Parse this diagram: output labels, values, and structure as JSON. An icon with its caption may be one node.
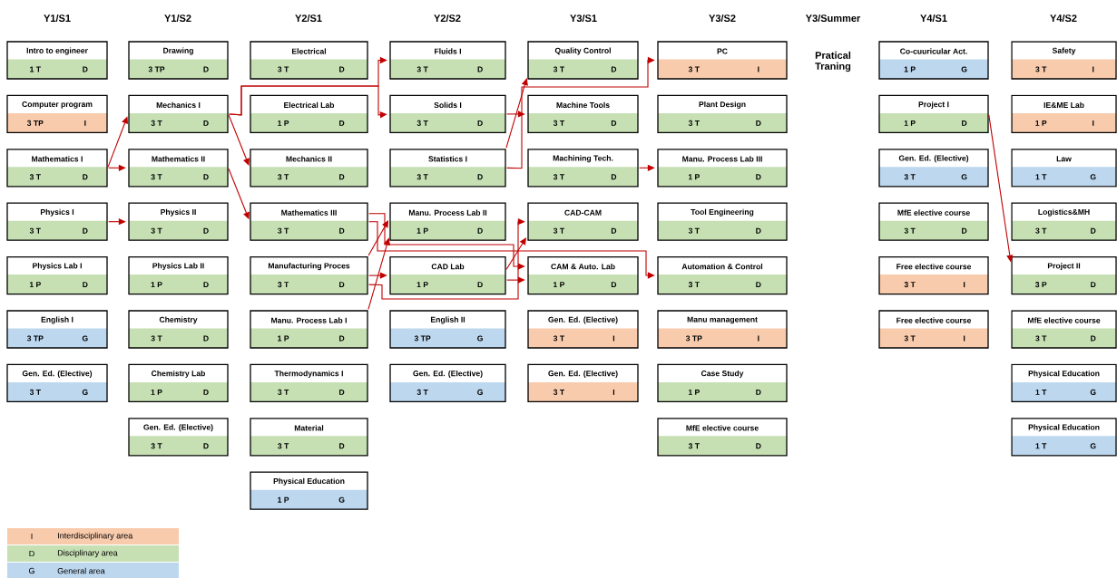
{
  "diagram": {
    "nodes": [
      {
        "text": [
          "Intro to engineer",
          "1 T",
          "D"
        ]
      },
      {
        "text": [
          "Computer program",
          "3 TP",
          "I"
        ]
      },
      {
        "text": [
          "Mathematics I",
          "3 T",
          "D"
        ]
      },
      {
        "text": [
          "Physics I",
          "3 T",
          "D"
        ]
      },
      {
        "text": [
          "Physics Lab I",
          "1 P",
          "D"
        ]
      },
      {
        "text": [
          "English I",
          "3 TP",
          "G"
        ]
      },
      {
        "text": [
          "Gen. Ed. (Elective)",
          "3 T",
          "G"
        ]
      },
      {
        "text": [
          "Drawing",
          "3 TP",
          "D"
        ]
      },
      {
        "text": [
          "Mechanics I",
          "3 T",
          "D"
        ]
      },
      {
        "text": [
          "Mathematics II",
          "3 T",
          "D"
        ]
      },
      {
        "text": [
          "Physics II",
          "3 T",
          "D"
        ]
      },
      {
        "text": [
          "Physics Lab II",
          "1 P",
          "D"
        ]
      },
      {
        "text": [
          "Chemistry",
          "3 T",
          "D"
        ]
      },
      {
        "text": [
          "Chemistry Lab",
          "1 P",
          "D"
        ]
      },
      {
        "text": [
          "Gen. Ed. (Elective)",
          "3 T",
          "D"
        ]
      },
      {
        "text": [
          "Electrical",
          "3 T",
          "D"
        ]
      },
      {
        "text": [
          "Electrical Lab",
          "1 P",
          "D"
        ]
      },
      {
        "text": [
          "Mechanics II",
          "3 T",
          "D"
        ]
      },
      {
        "text": [
          "Mathematics III",
          "3 T",
          "D"
        ]
      },
      {
        "text": [
          "Manufacturing Proces",
          "3 T",
          "D"
        ]
      },
      {
        "text": [
          "Manu. Process Lab I",
          "1 P",
          "D"
        ]
      },
      {
        "text": [
          "Thermodynamics I",
          "3 T",
          "D"
        ]
      },
      {
        "text": [
          "Material",
          "3 T",
          "D"
        ]
      },
      {
        "text": [
          "Physical Education",
          "1 P",
          "G"
        ]
      },
      {
        "text": [
          "Fluids I",
          "3 T",
          "D"
        ]
      },
      {
        "text": [
          "Solids I",
          "3 T",
          "D"
        ]
      },
      {
        "text": [
          "Statistics I",
          "3 T",
          "D"
        ]
      },
      {
        "text": [
          "Manu. Process Lab II",
          "1 P",
          "D"
        ]
      },
      {
        "text": [
          "CAD Lab",
          "1 P",
          "D"
        ]
      },
      {
        "text": [
          "English II",
          "3 TP",
          "G"
        ]
      },
      {
        "text": [
          "Gen. Ed. (Elective)",
          "3 T",
          "G"
        ]
      },
      {
        "text": [
          "Quality Control",
          "3 T",
          "D"
        ]
      },
      {
        "text": [
          "Machine Tools",
          "3 T",
          "D"
        ]
      },
      {
        "text": [
          "Machining Tech.",
          "3 T",
          "D"
        ]
      },
      {
        "text": [
          "CAD-CAM",
          "3 T",
          "D"
        ]
      },
      {
        "text": [
          "CAM & Auto. Lab",
          "1 P",
          "D"
        ]
      },
      {
        "text": [
          "Gen. Ed. (Elective)",
          "3 T",
          "I"
        ]
      },
      {
        "text": [
          "Gen. Ed. (Elective)",
          "3 T",
          "I"
        ]
      },
      {
        "text": [
          "PC",
          "3 T",
          "I"
        ]
      },
      {
        "text": [
          "Plant Design",
          "3 T",
          "D"
        ]
      },
      {
        "text": [
          "Manu. Process Lab III",
          "1 P",
          "D"
        ]
      },
      {
        "text": [
          "Tool Engineering",
          "3 T",
          "D"
        ]
      },
      {
        "text": [
          "Automation & Control",
          "3 T",
          "D"
        ]
      },
      {
        "text": [
          "Manu management",
          "3 TP",
          "I"
        ]
      },
      {
        "text": [
          "Case Study",
          "1 P",
          "D"
        ]
      },
      {
        "text": [
          "MfE elective course",
          "3 T",
          "D"
        ]
      },
      {
        "text": [
          "Co-cuuricular Act.",
          "1 P",
          "G"
        ]
      },
      {
        "text": [
          "Project I",
          "1 P",
          "D"
        ]
      },
      {
        "text": [
          "Gen. Ed. (Elective)",
          "3 T",
          "G"
        ]
      },
      {
        "text": [
          "MfE elective course",
          "3 T",
          "D"
        ]
      },
      {
        "text": [
          "Free elective course",
          "3 T",
          "I"
        ]
      },
      {
        "text": [
          "Free elective course",
          "3 T",
          "I"
        ]
      },
      {
        "text": [
          "Safety",
          "3 T",
          "I"
        ]
      },
      {
        "text": [
          "IE&ME Lab",
          "1 P",
          "I"
        ]
      },
      {
        "text": [
          "Law",
          "1 T",
          "G"
        ]
      },
      {
        "text": [
          "Logistics&MH",
          "3 T",
          "D"
        ]
      },
      {
        "text": [
          "Project II",
          "3 P",
          "D"
        ]
      },
      {
        "text": [
          "MfE elective course",
          "3 T",
          "D"
        ]
      },
      {
        "text": [
          "Physical Education",
          "1 T",
          "G"
        ]
      },
      {
        "text": [
          "Physical Education",
          "1 T",
          "G"
        ]
      }
    ],
    "edges": [
      {
        "from": 2,
        "to": 8,
        "arrow": "to"
      },
      {
        "from": 2,
        "to": 9,
        "arrow": "to"
      },
      {
        "from": 3,
        "to": 10,
        "arrow": "to"
      },
      {
        "from": 8,
        "to": 17,
        "arrow": "to"
      },
      {
        "from": 8,
        "to": 24,
        "arrow": "to"
      },
      {
        "from": 8,
        "to": 25,
        "arrow": "to"
      },
      {
        "from": 9,
        "to": 18,
        "arrow": "to"
      },
      {
        "from": 25,
        "to": 32,
        "arrow": "to"
      },
      {
        "from": 26,
        "to": 31,
        "arrow": "to"
      },
      {
        "from": 26,
        "to": 38,
        "arrow": "to"
      },
      {
        "from": 33,
        "to": 40,
        "arrow": "to"
      },
      {
        "from": 18,
        "to": 35,
        "arrow": "to"
      },
      {
        "from": 18,
        "to": 42,
        "arrow": "to"
      },
      {
        "from": 19,
        "to": 27,
        "arrow": "to"
      },
      {
        "from": 19,
        "to": 28,
        "arrow": "to"
      },
      {
        "from": 19,
        "to": 34,
        "arrow": "to"
      },
      {
        "from": 20,
        "to": 27,
        "arrow": "to"
      },
      {
        "from": 28,
        "to": 34,
        "arrow": "to"
      },
      {
        "from": 28,
        "to": 35,
        "arrow": "to"
      },
      {
        "from": 47,
        "to": 56,
        "arrow": "to"
      }
    ],
    "labels": [
      "Y1/S1",
      "Y1/S2",
      "Y2/S1",
      "Y2/S2",
      "Y3/S1",
      "Y3/S2",
      "Y3/Summer",
      "Y4/S1",
      "Y4/S2",
      "Pratical Traning",
      "I",
      "D",
      "G"
    ],
    "legend": [
      {
        "text": "Interdisciplinary area",
        "color": "#f8cbad"
      },
      {
        "text": "Disciplinary area",
        "color": "#c6e0b4"
      },
      {
        "text": "General area",
        "color": "#bdd7ee"
      }
    ]
  }
}
